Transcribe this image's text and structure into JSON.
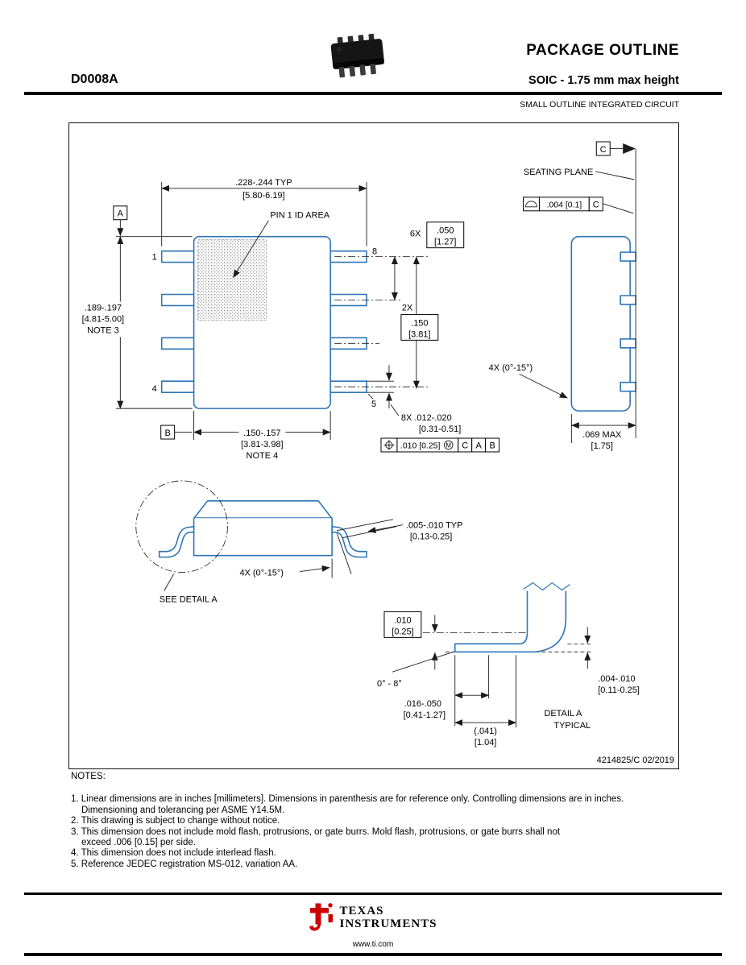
{
  "header": {
    "title": "PACKAGE OUTLINE",
    "part_number": "D0008A",
    "package_type": "SOIC - 1.75 mm max height",
    "package_family": "SMALL OUTLINE INTEGRATED CIRCUIT"
  },
  "drawing": {
    "datums": {
      "a": "A",
      "b": "B",
      "c": "C"
    },
    "seating_plane": "SEATING PLANE",
    "profile_fcf": {
      "tolerance": ".004 [0.1]",
      "datum": "C"
    },
    "overall_width": {
      "l1": ".228-.244  TYP",
      "l2": "[5.80-6.19]"
    },
    "pin1_id": "PIN 1 ID AREA",
    "pitch": {
      "qty": "6X",
      "l1": ".050",
      "l2": "[1.27]"
    },
    "pin_span": {
      "qty": "2X",
      "l1": ".150",
      "l2": "[3.81]"
    },
    "body_length": {
      "l1": ".189-.197",
      "l2": "[4.81-5.00]",
      "l3": "NOTE 3"
    },
    "body_width": {
      "l1": ".150-.157",
      "l2": "[3.81-3.98]",
      "l3": "NOTE 4"
    },
    "lead_width": {
      "l1": "8X .012-.020",
      "l2": "[0.31-0.51]"
    },
    "position_fcf": {
      "tolerance": ".010 [0.25]",
      "modifier": "M",
      "d1": "C",
      "d2": "A",
      "d3": "B"
    },
    "lead_angle": "4X (0°-15°)",
    "max_height": {
      "l1": ".069 MAX",
      "l2": "[1.75]"
    },
    "lead_thickness": {
      "l1": ".005-.010  TYP",
      "l2": "[0.13-0.25]"
    },
    "see_detail": "SEE DETAIL A",
    "gauge_plane": {
      "l1": ".010",
      "l2": "[0.25]"
    },
    "foot_angle": "0° - 8°",
    "standoff": {
      "l1": ".004-.010",
      "l2": "[0.11-0.25]"
    },
    "foot_length": {
      "l1": ".016-.050",
      "l2": "[0.41-1.27]"
    },
    "lead_ref": {
      "l1": "(.041)",
      "l2": "[1.04]"
    },
    "detail": {
      "l1": "DETAIL A",
      "l2": "TYPICAL"
    },
    "pin_numbers": {
      "p1": "1",
      "p4": "4",
      "p5": "5",
      "p8": "8"
    },
    "doc_number": "4214825/C  02/2019"
  },
  "notes": {
    "heading": "NOTES:",
    "n1a": "1. Linear dimensions are in inches [millimeters]. Dimensions in parenthesis are for reference only. Controlling dimensions are in inches.",
    "n1b": "Dimensioning and tolerancing per ASME Y14.5M.",
    "n2": "2. This drawing is subject to change without notice.",
    "n3a": "3. This dimension does not include mold flash, protrusions, or gate burrs. Mold flash, protrusions, or gate burrs shall not",
    "n3b": "exceed .006 [0.15] per side.",
    "n4": "4. This dimension does not include interlead flash.",
    "n5": "5. Reference JEDEC registration MS-012, variation AA."
  },
  "footer": {
    "brand_l1": "TEXAS",
    "brand_l2": "INSTRUMENTS",
    "website": "www.ti.com"
  },
  "colors": {
    "geometry_blue": "#2e75b6",
    "ti_red": "#cc0000"
  }
}
